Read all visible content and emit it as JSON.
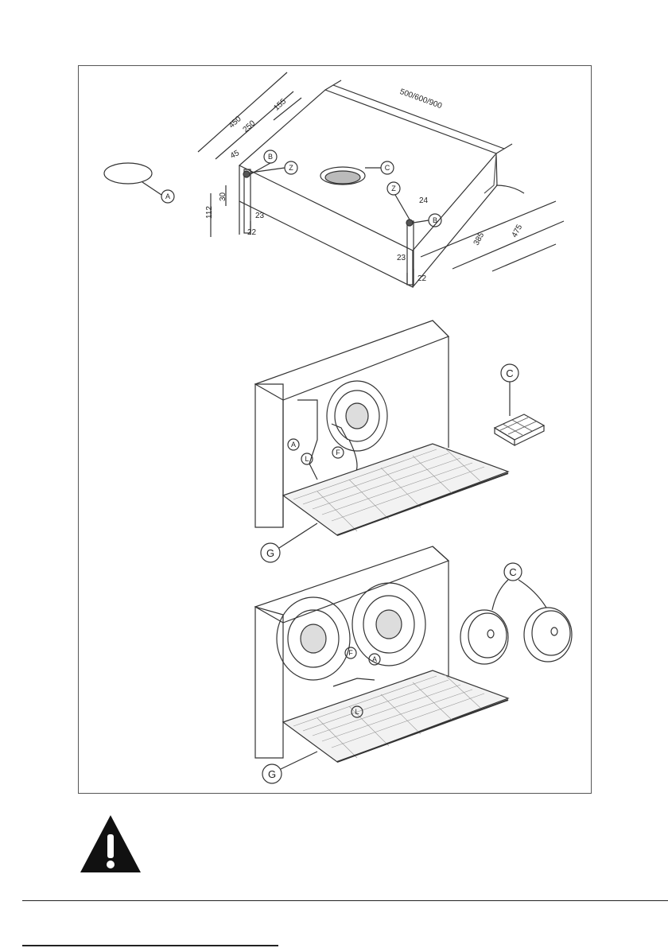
{
  "figure": {
    "dimensions": {
      "width_options": "500/600/900",
      "depth_total": "450",
      "depth_inner": "250",
      "depth_front": "155",
      "offset_left": "45",
      "height": "112",
      "collar_height": "30",
      "leg_offset_left": "23",
      "leg_width_left": "22",
      "leg_offset_right": "23",
      "leg_width_right": "22",
      "side_offset": "24",
      "depth_right_inner": "385",
      "depth_right_outer": "475"
    },
    "callouts": {
      "a": "A",
      "b": "B",
      "c": "C",
      "z": "Z",
      "f": "F",
      "l": "L",
      "g": "G"
    }
  },
  "warning": {
    "icon": "warning-triangle-icon"
  }
}
